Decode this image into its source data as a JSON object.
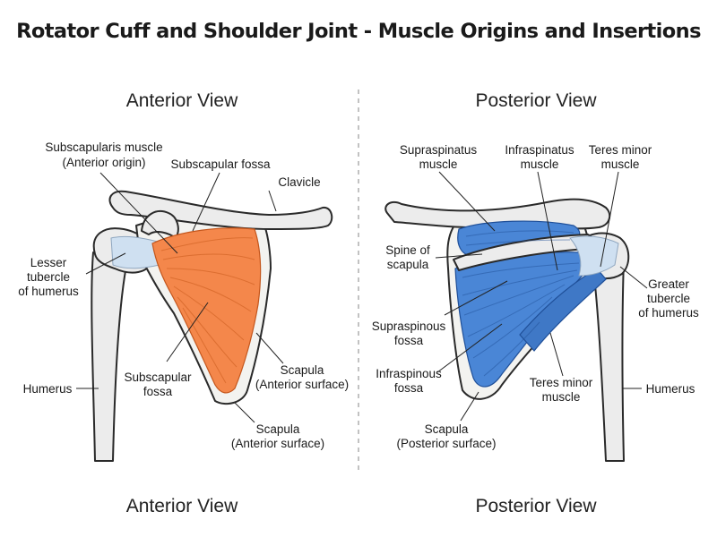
{
  "title": "Rotator Cuff and Shoulder Joint - Muscle Origins and Insertions",
  "anterior": {
    "heading_top": "Anterior View",
    "heading_bottom": "Anterior View",
    "labels": {
      "subscapularis_l1": "Subscapularis muscle",
      "subscapularis_l2": "(Anterior origin)",
      "subscapular_fossa_top": "Subscapular fossa",
      "clavicle": "Clavicle",
      "lesser_l1": "Lesser",
      "lesser_l2": "tubercle",
      "lesser_l3": "of humerus",
      "humerus": "Humerus",
      "subscapular_fossa_l1": "Subscapular",
      "subscapular_fossa_l2": "fossa",
      "scapula_mid_l1": "Scapula",
      "scapula_mid_l2": "(Anterior surface)",
      "scapula_low_l1": "Scapula",
      "scapula_low_l2": "(Anterior surface)"
    }
  },
  "posterior": {
    "heading_top": "Posterior View",
    "heading_bottom": "Posterior View",
    "labels": {
      "supraspinatus_l1": "Supraspinatus",
      "supraspinatus_l2": "muscle",
      "infraspinatus_l1": "Infraspinatus",
      "infraspinatus_l2": "muscle",
      "teres_top_l1": "Teres minor",
      "teres_top_l2": "muscle",
      "spine_l1": "Spine of",
      "spine_l2": "scapula",
      "greater_l1": "Greater",
      "greater_l2": "tubercle",
      "greater_l3": "of humerus",
      "supraspinous_l1": "Supraspinous",
      "supraspinous_l2": "fossa",
      "infraspinous_l1": "Infraspinous",
      "infraspinous_l2": "fossa",
      "teres_low_l1": "Teres minor",
      "teres_low_l2": "muscle",
      "humerus": "Humerus",
      "scapula_l1": "Scapula",
      "scapula_l2": "(Posterior surface)"
    }
  },
  "colors": {
    "subscapularis": "#f4874b",
    "posterior_muscle": "#4a86d6",
    "tendon": "#cfe0f1",
    "bone": "#ececec"
  }
}
